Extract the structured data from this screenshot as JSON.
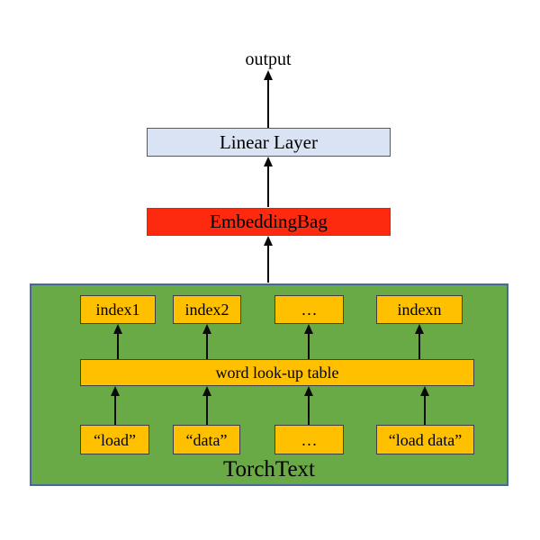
{
  "diagram": {
    "output_label": "output",
    "linear_layer": {
      "label": "Linear Layer",
      "fill": "#dae3f3",
      "border": "#595959"
    },
    "embedding_bag": {
      "label": "EmbeddingBag",
      "fill": "#fe2a10",
      "border": "#595959"
    },
    "torchtext": {
      "label": "TorchText",
      "fill": "#6aaa46",
      "border": "#44699d",
      "box_fill": "#ffc000",
      "box_border": "#3f3f3f",
      "index_boxes": [
        {
          "label": "index1"
        },
        {
          "label": "index2"
        },
        {
          "label": "…"
        },
        {
          "label": "indexn"
        }
      ],
      "lookup_table": {
        "label": "word look-up table"
      },
      "word_boxes": [
        {
          "label": "“load”"
        },
        {
          "label": "“data”"
        },
        {
          "label": "…"
        },
        {
          "label": "“load data”"
        }
      ]
    }
  }
}
